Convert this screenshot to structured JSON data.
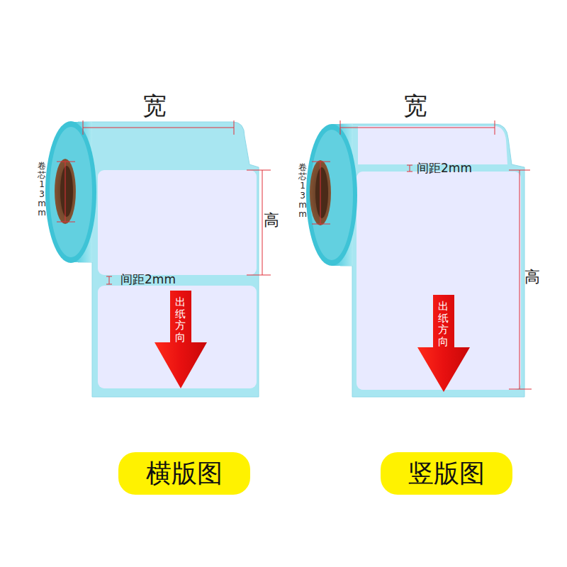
{
  "diagram": {
    "nodes": [
      {
        "text": [
          "横版图"
        ]
      },
      {
        "text": [
          "竖版图"
        ]
      }
    ],
    "labels": [
      "宽",
      "卷芯13mm",
      "高",
      "间距2mm",
      "出纸方向",
      "宽",
      "卷芯13mm",
      "间距2mm",
      "高",
      "出纸方向"
    ]
  }
}
